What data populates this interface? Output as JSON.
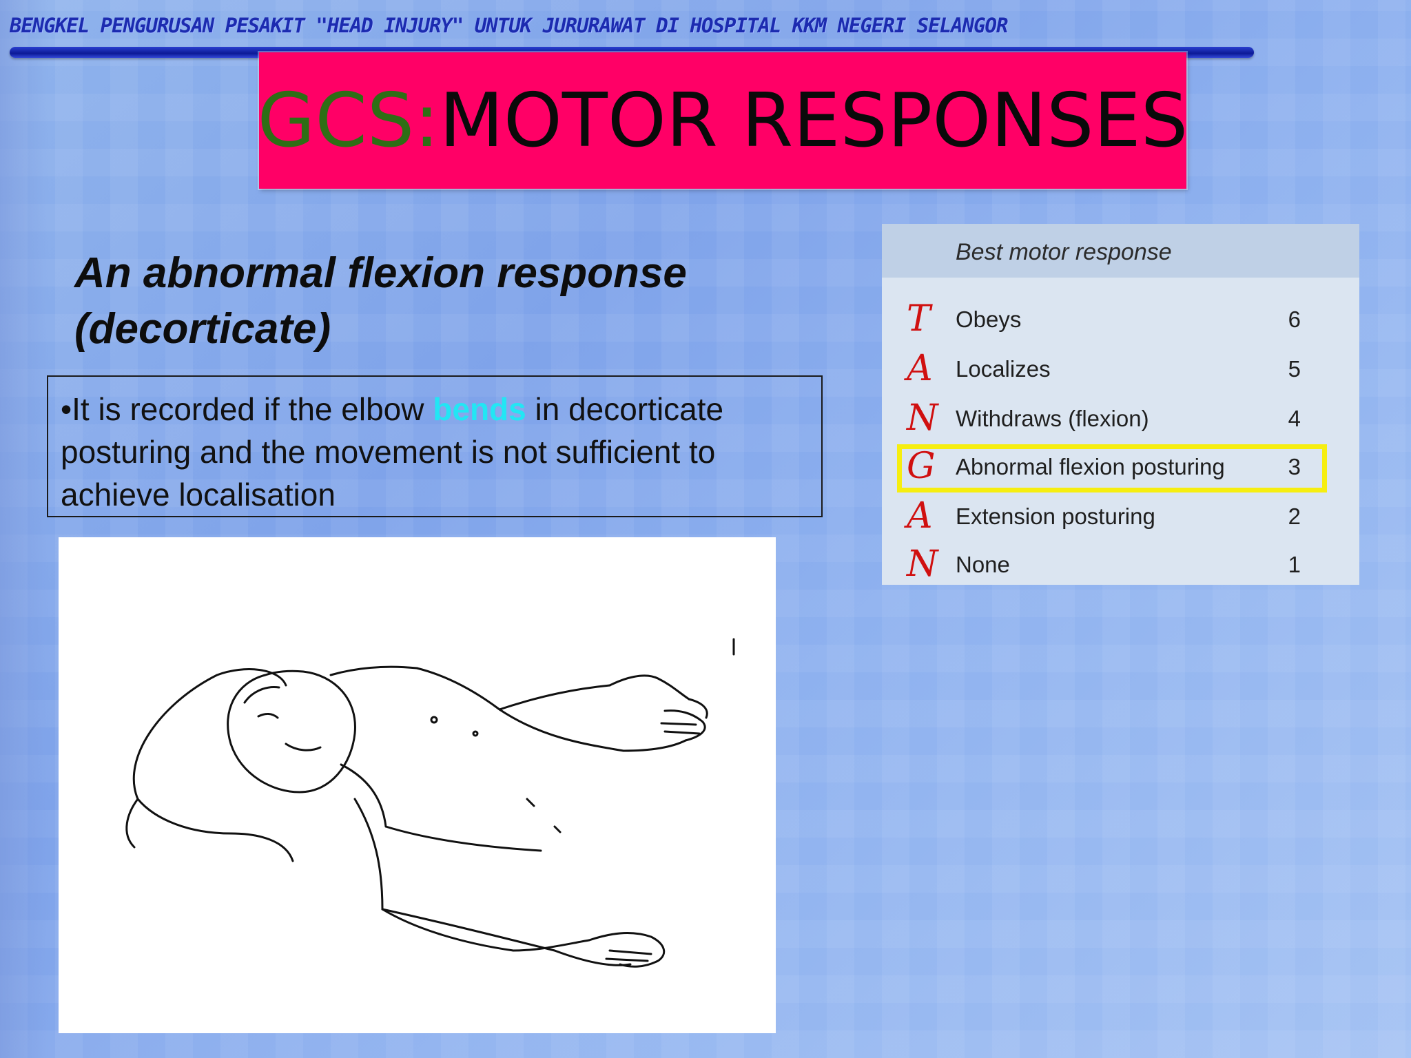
{
  "banner": {
    "text": "BENGKEL PENGURUSAN PESAKIT \"HEAD INJURY\" UNTUK JURURAWAT DI HOSPITAL KKM NEGERI SELANGOR"
  },
  "title": {
    "prefix": "GCS:",
    "main": " MOTOR RESPONSES",
    "prefix_color": "#2e6e15",
    "background_color": "#ff0066"
  },
  "subtitle": {
    "line1": "An abnormal flexion response",
    "line2": "(decorticate)"
  },
  "description": {
    "before": "•It is recorded if the elbow ",
    "highlight": "bends",
    "after": " in decorticate posturing and the movement is not sufficient to achieve localisation",
    "highlight_color": "#22e6f4"
  },
  "figure": {
    "subject": "line-drawing-patient-lying-supine"
  },
  "motor_table": {
    "header": "Best motor response",
    "rows": [
      {
        "letter": "T",
        "label": "Obeys",
        "score": "6"
      },
      {
        "letter": "A",
        "label": "Localizes",
        "score": "5"
      },
      {
        "letter": "N",
        "label": "Withdraws (flexion)",
        "score": "4"
      },
      {
        "letter": "G",
        "label": "Abnormal flexion posturing",
        "score": "3",
        "selected": true
      },
      {
        "letter": "A",
        "label": "Extension posturing",
        "score": "2"
      },
      {
        "letter": "N",
        "label": "None",
        "score": "1"
      }
    ],
    "highlight_color": "#f6ee10"
  }
}
